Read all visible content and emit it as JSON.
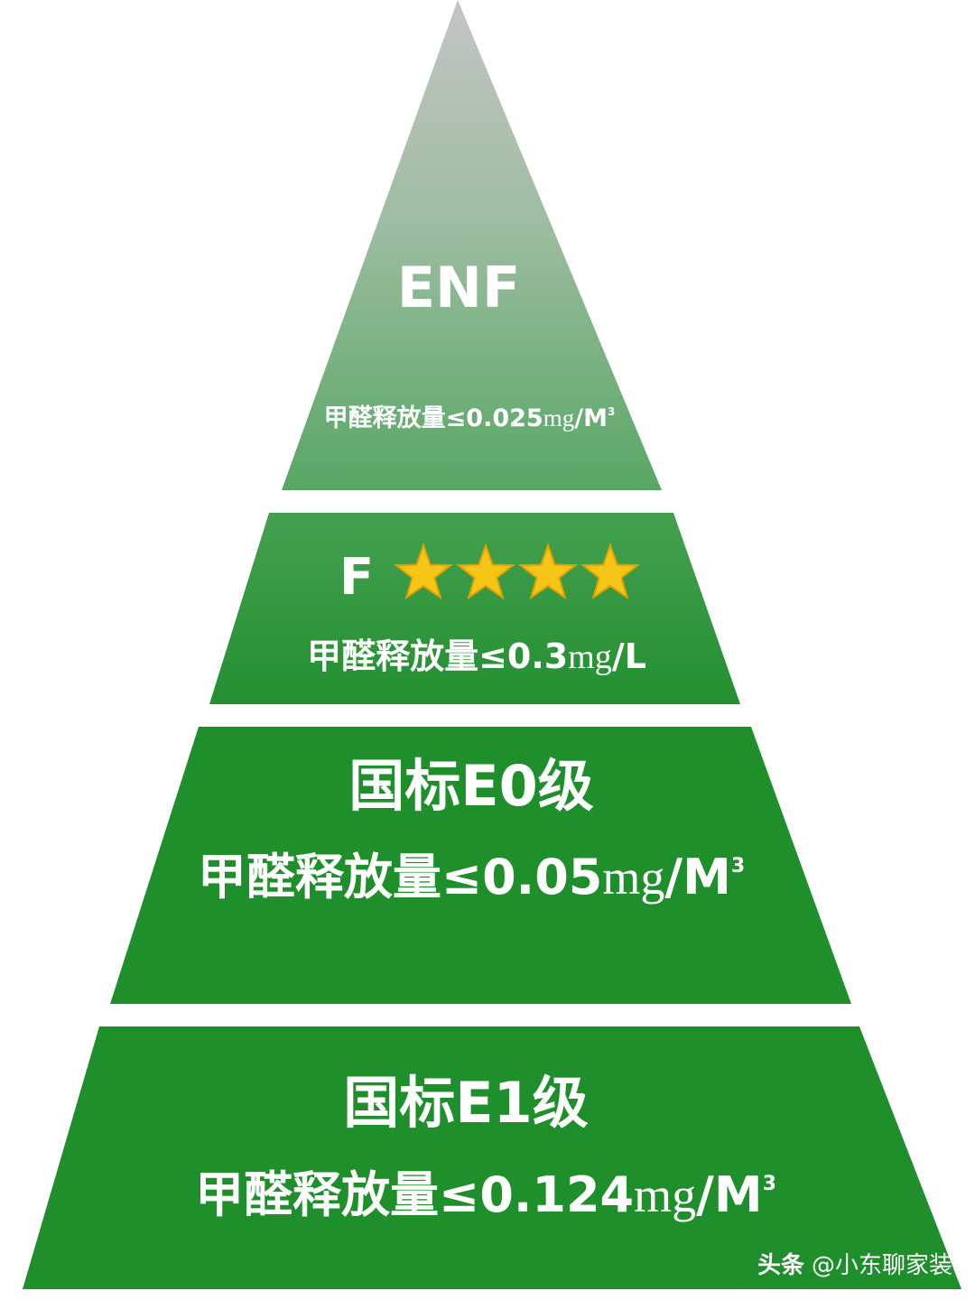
{
  "colors": {
    "green": "#1f8f2c",
    "top_gray": "#c4c4c4",
    "top_green": "#5da867",
    "star": "#f5c518"
  },
  "levels": [
    {
      "title": "ENF",
      "prefix": "甲醛释放量≤",
      "value": "0.025",
      "unit": "mg",
      "unit_tail": "/M",
      "sup": "3"
    },
    {
      "title": "F",
      "stars": 4,
      "prefix": "甲醛释放量≤",
      "value": "0.3",
      "unit": "mg",
      "unit_tail": "/L",
      "sup": ""
    },
    {
      "title": "国标E0级",
      "prefix": "甲醛释放量≤",
      "value": "0.05",
      "unit": "mg",
      "unit_tail": "/M",
      "sup": "3"
    },
    {
      "title": "国标E1级",
      "prefix": "甲醛释放量≤",
      "value": "0.124",
      "unit": "mg",
      "unit_tail": "/M",
      "sup": "3"
    }
  ],
  "watermark": {
    "brand": "头条",
    "handle": "@小东聊家装"
  }
}
